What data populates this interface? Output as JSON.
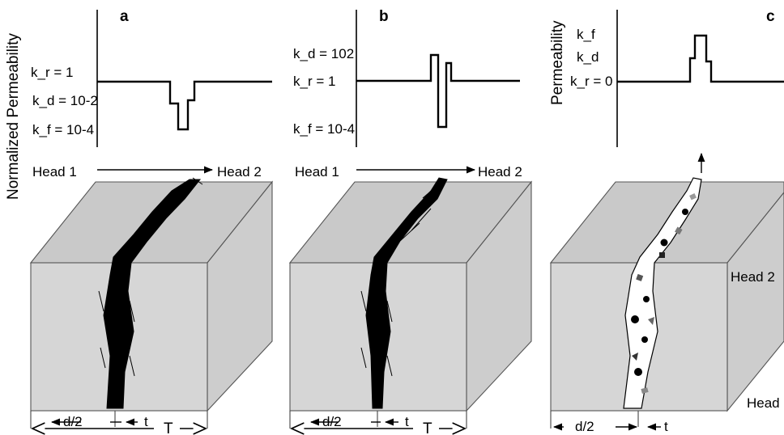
{
  "y_axis_label": "Normalized Permeability",
  "panels": [
    {
      "letter": "a",
      "levels": [
        "k_r = 1",
        "k_d = 10-2",
        "k_f = 10-4"
      ],
      "head_left": "Head 1",
      "head_right": "Head 2",
      "dims": {
        "half_width": "d/2",
        "core": "t",
        "total": "T"
      }
    },
    {
      "letter": "b",
      "levels": [
        "k_d = 102",
        "k_r = 1",
        "k_f = 10-4"
      ],
      "head_left": "Head 1",
      "head_right": "Head 2",
      "dims": {
        "half_width": "d/2",
        "core": "t",
        "total": "T"
      }
    },
    {
      "letter": "c",
      "y_axis_label": "Permeability",
      "levels": [
        "k_f",
        "k_d",
        "k_r = 0"
      ],
      "head_top": "Head 2",
      "head_bottom": "Head",
      "dims": {
        "half_width": "d/2",
        "core": "t"
      }
    }
  ],
  "colors": {
    "block_face": "#d6d6d6",
    "fault_core": "#000000",
    "gouge_fill": "#ffffff"
  }
}
